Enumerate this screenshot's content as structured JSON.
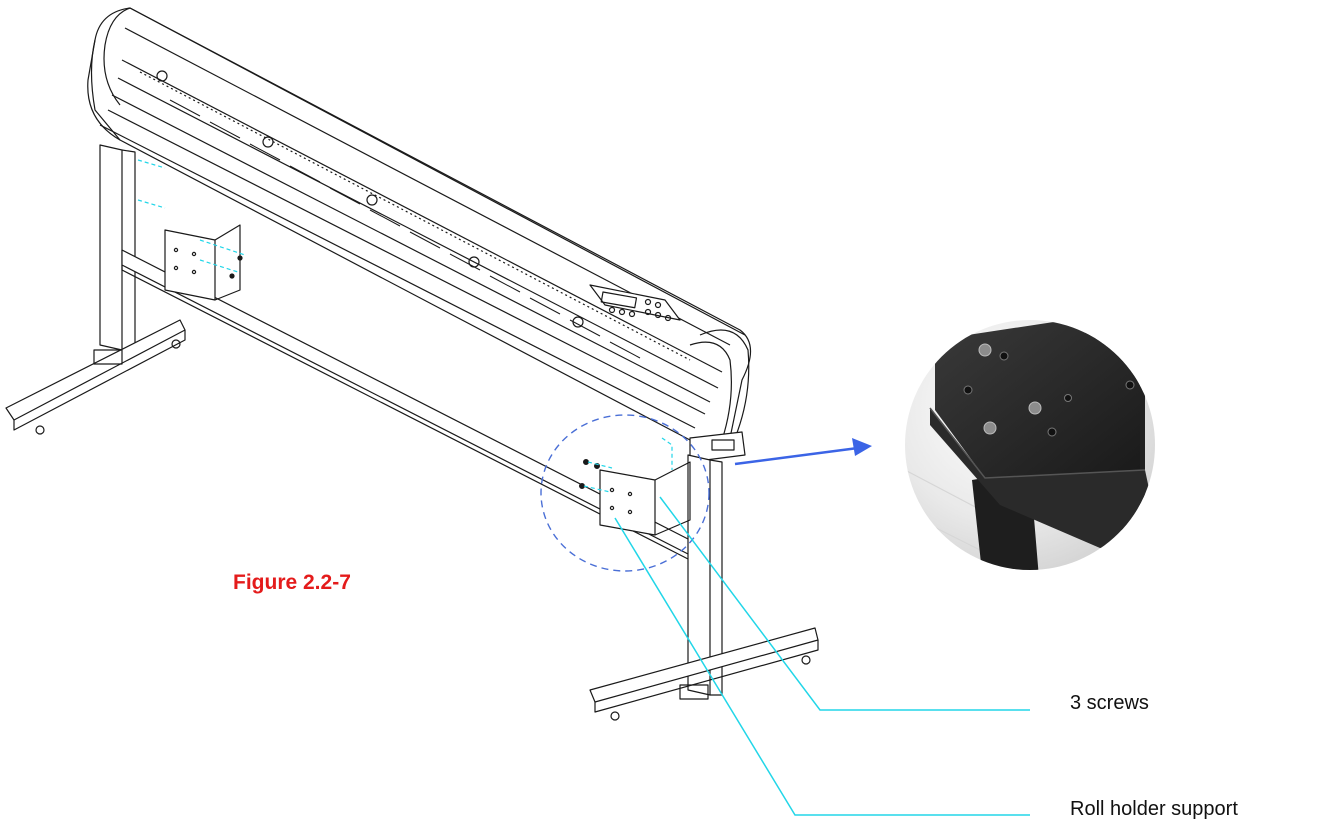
{
  "figure": {
    "caption": "Figure 2.2-7"
  },
  "callouts": [
    {
      "label": "3 screws"
    },
    {
      "label": "Roll holder support"
    }
  ],
  "colors": {
    "caption": "#e41b1b",
    "leader_line": "#22d6e8",
    "arrow": "#3b64e6",
    "highlight_ellipse": "#4a6fd6",
    "line_art": "#1a1a1a"
  },
  "icons": {
    "arrow": "right-arrow-icon"
  }
}
